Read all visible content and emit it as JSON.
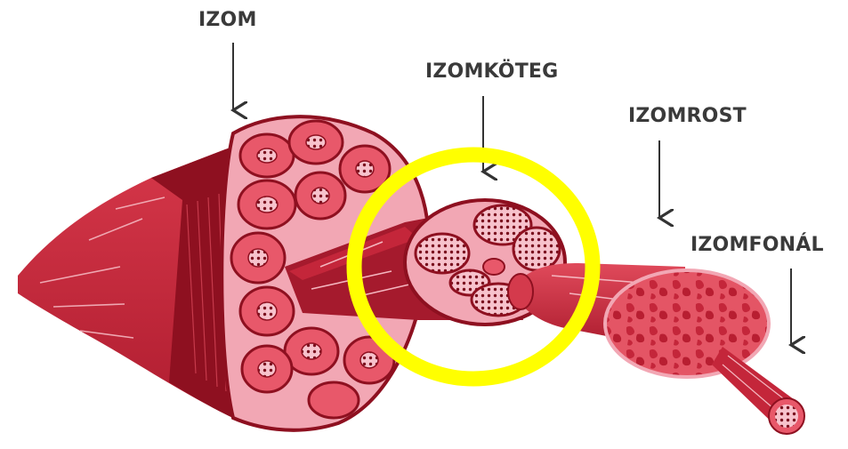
{
  "labels": {
    "muscle": "IZOM",
    "fascicle": "IZOMKÖTEG",
    "fiber": "IZOMROST",
    "myofibril": "IZOMFONÁL"
  },
  "colors": {
    "muscle_red": "#c4263a",
    "muscle_dark": "#8e1020",
    "tissue_pink": "#f2a7b4",
    "highlight_ring": "#ffff00",
    "label_text": "#3a3a3a"
  }
}
